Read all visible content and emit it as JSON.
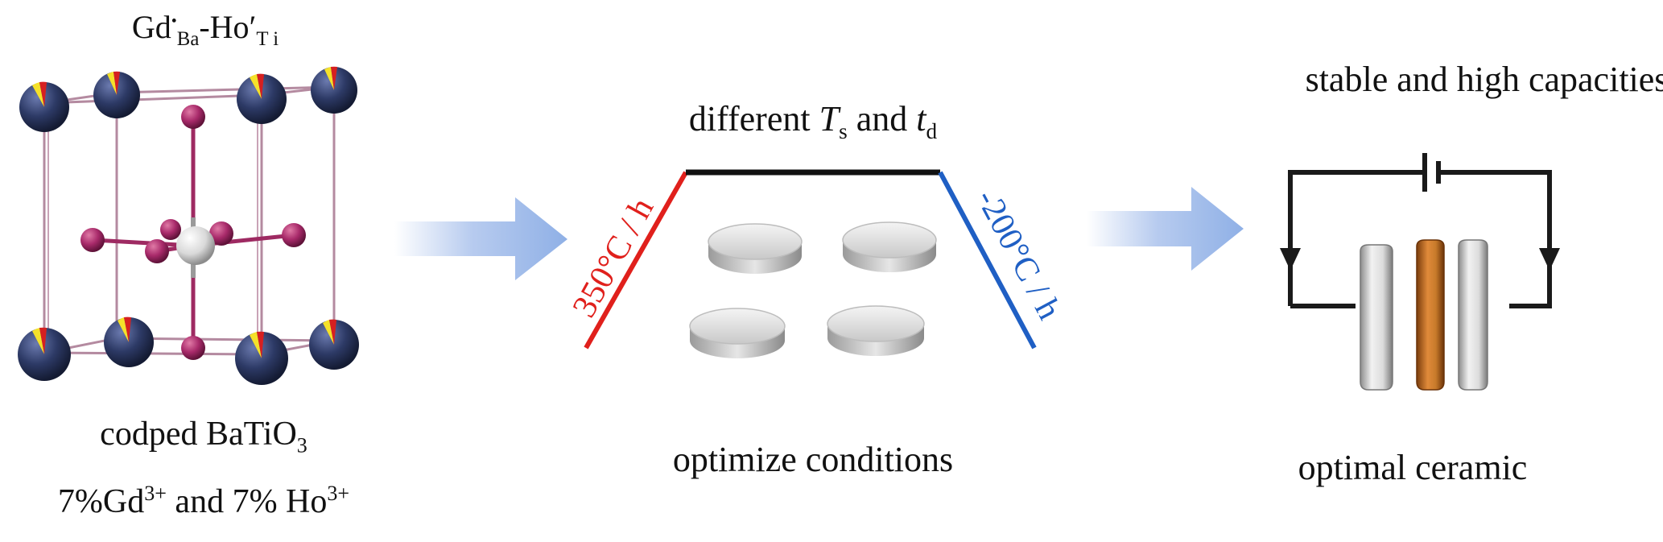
{
  "panel_left": {
    "defect_label": {
      "gd": "Gd",
      "gd_dot": "•",
      "gd_sub": "Ba",
      "dash": "-",
      "ho": "Ho",
      "ho_prime": "′",
      "ho_sub": "T i"
    },
    "material_label": {
      "prefix": "codped BaTiO",
      "sub": "3"
    },
    "doping_label": {
      "gd_text": "7%Gd",
      "gd_sup": "3+",
      "middle": " and 7% Ho",
      "ho_sup": "3+"
    }
  },
  "panel_middle": {
    "header": {
      "prefix": "different ",
      "ts_var": "T",
      "ts_sub": "s",
      "and_text": " and  ",
      "td_var": "t",
      "td_sub": "d"
    },
    "heating_rate": "350°C / h",
    "cooling_rate": "-200°C / h",
    "caption": "optimize conditions"
  },
  "panel_right": {
    "header": "stable and high capacities",
    "caption": "optimal ceramic"
  },
  "colors": {
    "heating": "#e0201c",
    "cooling": "#1f5fc4",
    "ba_atom": "#2d3a66",
    "o_atom": "#a82a6a",
    "ti_atom": "#d9d9d9",
    "arrow": "#9db8e6",
    "ceramic_electrode": "#c77a2a"
  }
}
